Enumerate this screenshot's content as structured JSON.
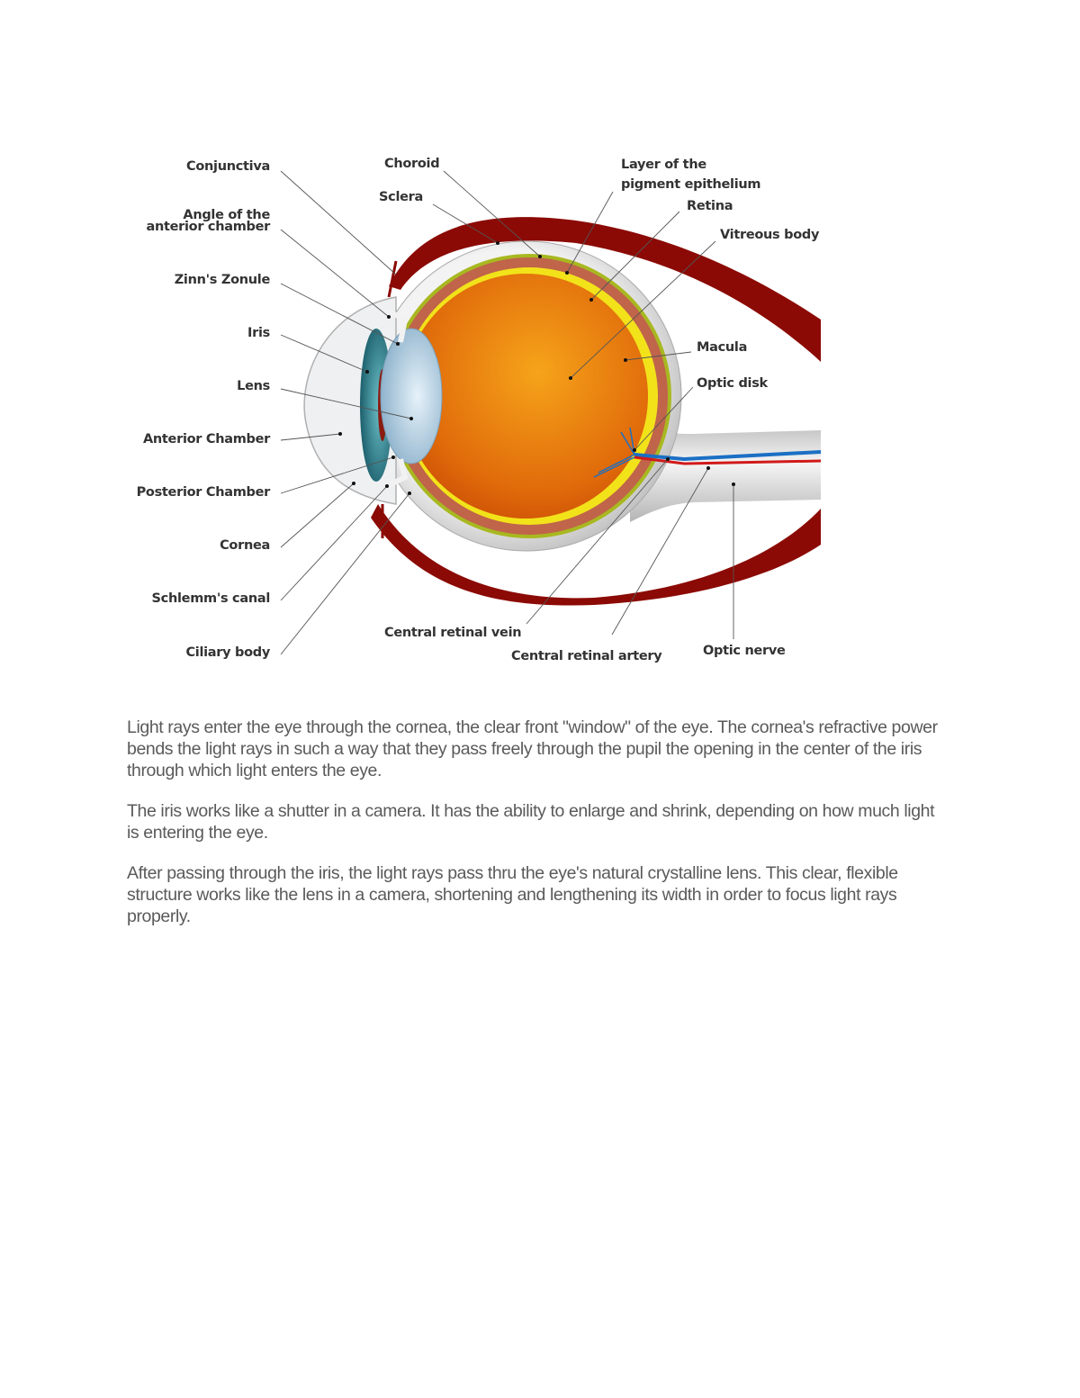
{
  "diagram": {
    "labels": {
      "conjunctiva": "Conjunctiva",
      "angle_line1": "Angle of the",
      "angle_line2": "anterior chamber",
      "zinns_zonule": "Zinn's Zonule",
      "iris": "Iris",
      "lens": "Lens",
      "anterior_chamber": "Anterior Chamber",
      "posterior_chamber": "Posterior Chamber",
      "cornea": "Cornea",
      "schlemms_canal": "Schlemm's canal",
      "ciliary_body": "Ciliary body",
      "choroid": "Choroid",
      "sclera": "Sclera",
      "pigment_line1": "Layer of the",
      "pigment_line2": "pigment epithelium",
      "retina": "Retina",
      "vitreous_body": "Vitreous body",
      "macula": "Macula",
      "optic_disk": "Optic disk",
      "central_retinal_vein": "Central retinal vein",
      "central_retinal_artery": "Central retinal artery",
      "optic_nerve": "Optic nerve"
    },
    "colors": {
      "muscle": "#8b0a05",
      "sclera": "#d9d9d9",
      "choroid_green": "#a8b820",
      "pigment": "#c0644a",
      "retina_yellow": "#f2e21a",
      "vitreous": "#e57a0c",
      "iris": "#2f8a97",
      "lens": "#a9c7dc",
      "artery": "#d11a1a",
      "vein": "#1b6fc4"
    }
  },
  "paragraphs": [
    "Light rays enter the eye through the cornea, the clear front \"window\" of the eye. The cornea's refractive power bends the light rays in such a way that they pass freely through the pupil the opening in the center of the iris through which light enters the eye.",
    "The iris works like a shutter in a camera. It has the ability to enlarge and shrink, depending on how much light is entering the eye.",
    "After passing through the iris, the light rays pass thru the eye's natural crystalline lens. This clear, flexible structure works like the lens in a camera, shortening and lengthening its width in order to focus light rays properly."
  ]
}
